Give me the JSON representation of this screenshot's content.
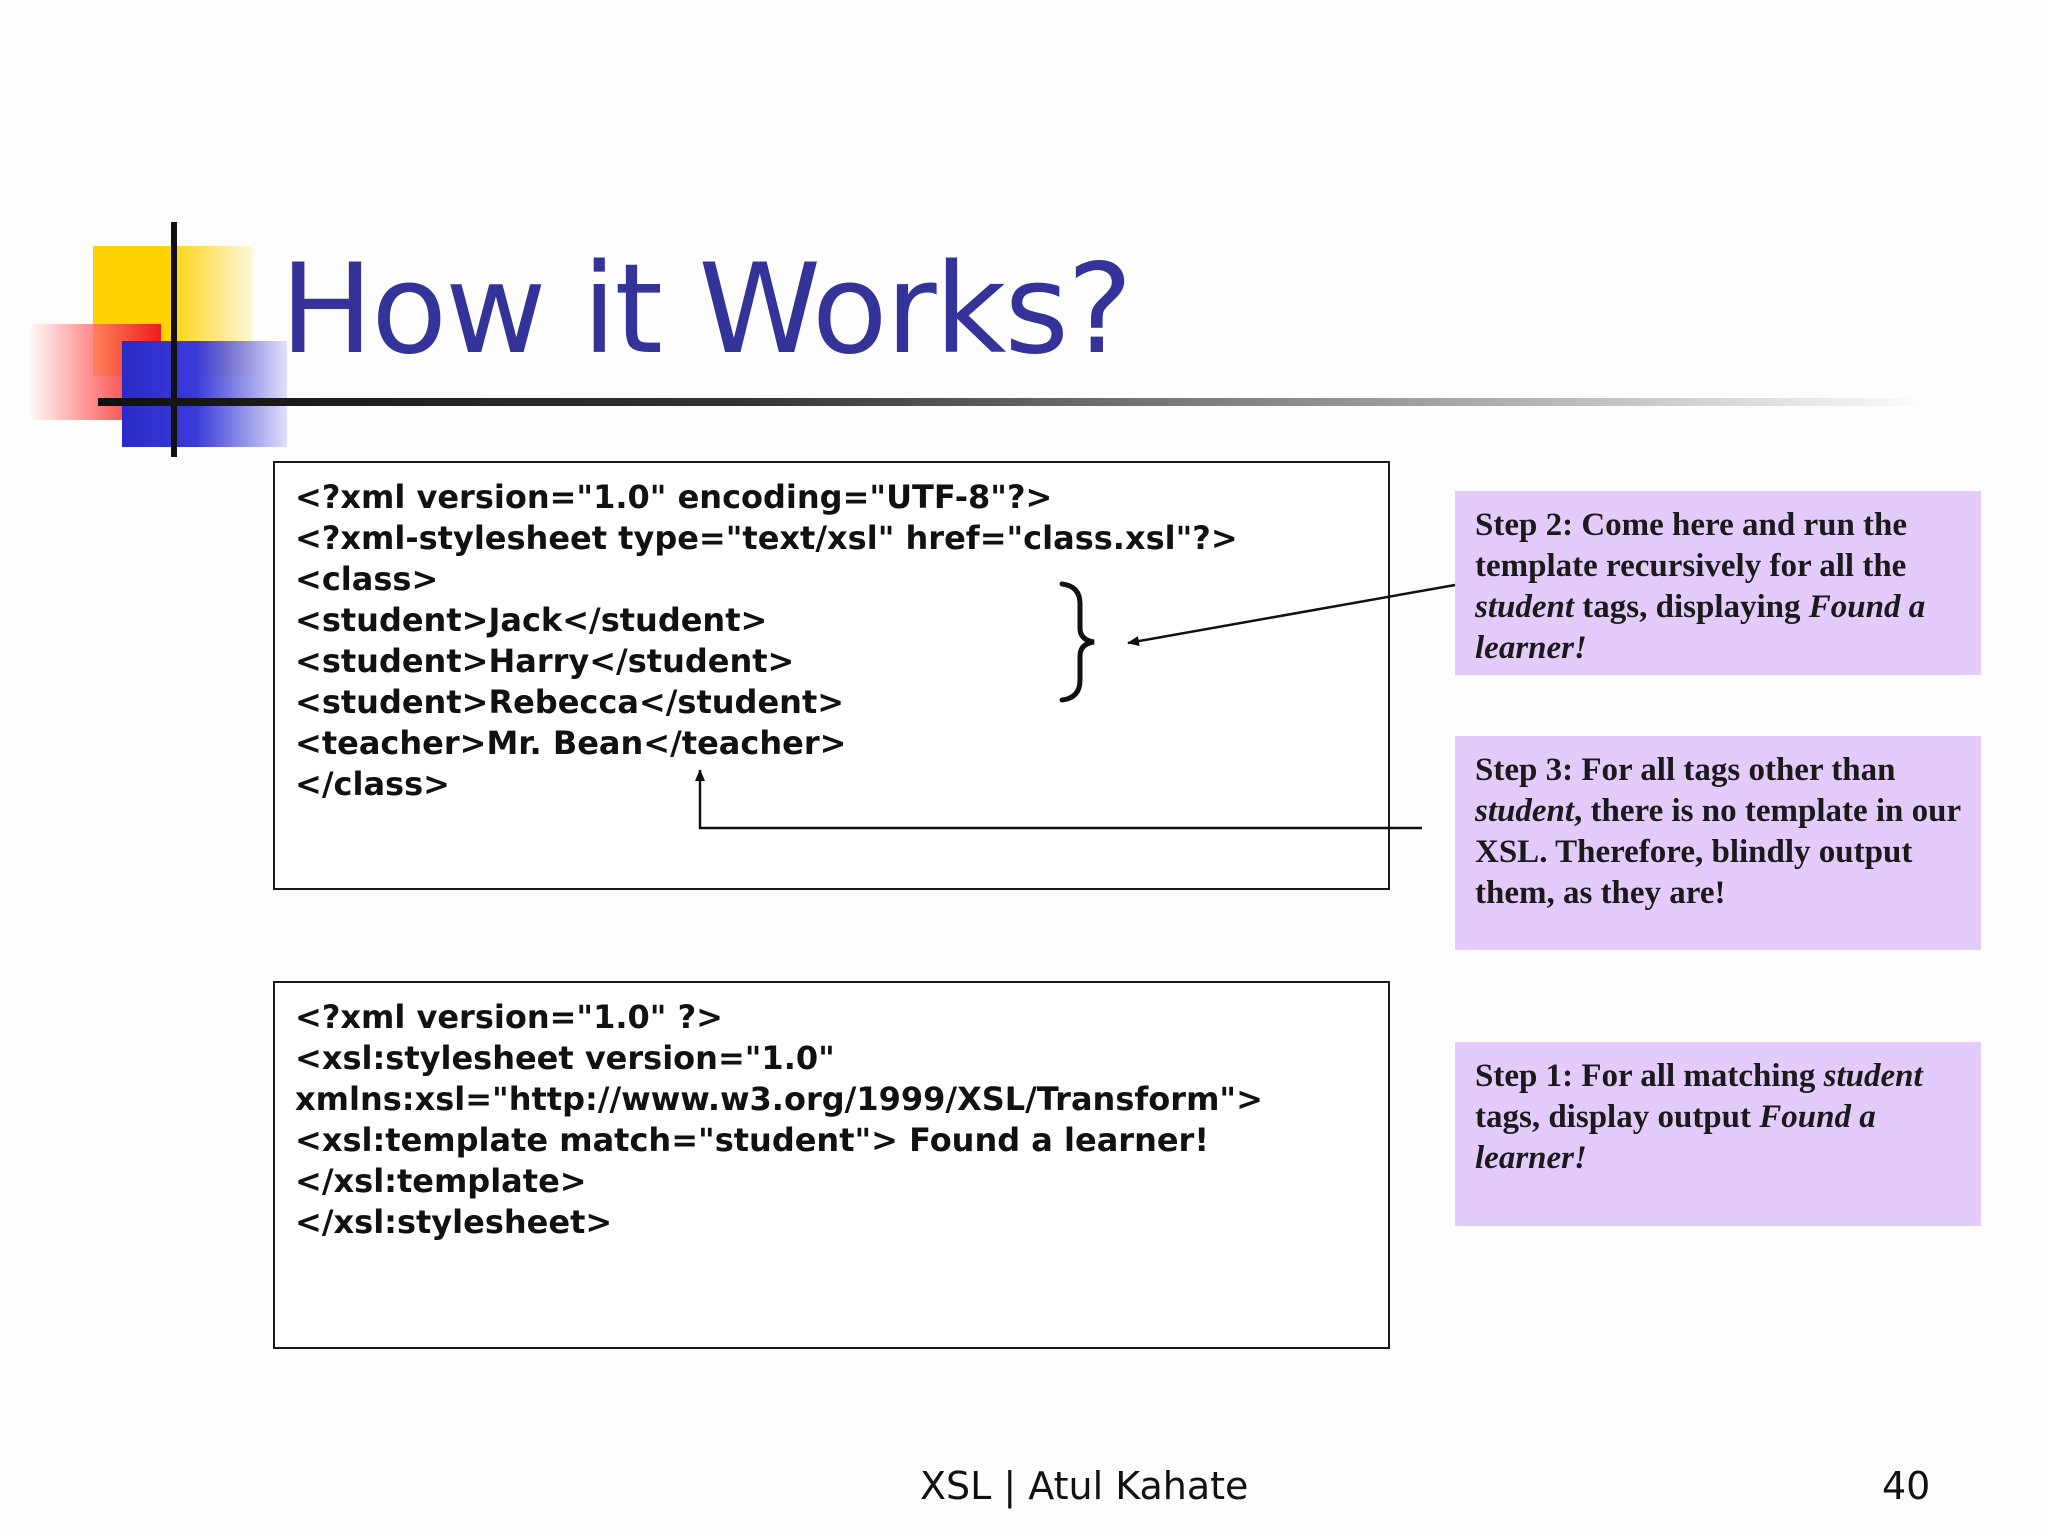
{
  "slide": {
    "title": "How it Works?",
    "footer": "XSL | Atul Kahate",
    "page_number": "40",
    "colors": {
      "title": "#333399",
      "step_box": "#e3cbfb"
    }
  },
  "xml_code": [
    "<?xml version=\"1.0\" encoding=\"UTF-8\"?>",
    "<?xml-stylesheet type=\"text/xsl\" href=\"class.xsl\"?>",
    "<class>",
    "<student>Jack</student>",
    "<student>Harry</student>",
    "<student>Rebecca</student>",
    "<teacher>Mr. Bean</teacher>",
    "</class>"
  ],
  "xsl_code": [
    "<?xml version=\"1.0\" ?>",
    "<xsl:stylesheet version=\"1.0\"",
    "xmlns:xsl=\"http://www.w3.org/1999/XSL/Transform\">",
    "<xsl:template match=\"student\"> Found a learner!",
    "</xsl:template>",
    "</xsl:stylesheet>"
  ],
  "steps": {
    "step2": {
      "a": "Step 2: Come here and run the template recursively for all the ",
      "b": "student",
      "c": " tags, displaying ",
      "d": "Found a learner!"
    },
    "step3": {
      "a": "Step 3: For all tags other than ",
      "b": "student",
      "c": ", there is no template in our XSL. Therefore, blindly output them, as they are!"
    },
    "step1": {
      "a": "Step 1: For all matching ",
      "b": "student",
      "c": " tags, display output ",
      "d": "Found a learner!"
    }
  }
}
